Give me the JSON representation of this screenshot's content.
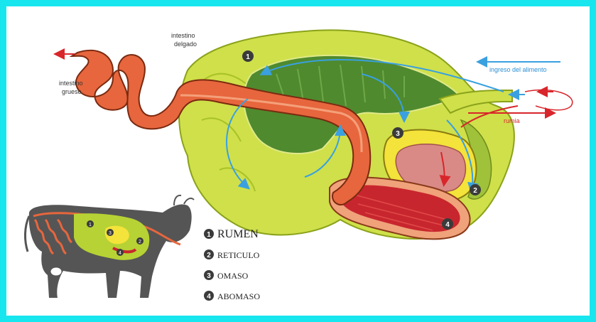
{
  "labels": {
    "intestino_delgado": [
      "intestino",
      "delgado"
    ],
    "intestino_grueso": [
      "intestino",
      "grueso"
    ],
    "ingreso": "ingreso del alimento",
    "rumia": "rumia"
  },
  "markers": {
    "rumen": "1",
    "reticulo": "2",
    "omaso": "3",
    "abomaso": "4"
  },
  "legend": [
    {
      "num": "1",
      "text": "RUMEN"
    },
    {
      "num": "2",
      "text": "RETICULO"
    },
    {
      "num": "3",
      "text": "OMASO"
    },
    {
      "num": "4",
      "text": "ABOMASO"
    }
  ],
  "colors": {
    "frame": "#18e6ef",
    "rumen_outer": "#cfe04a",
    "rumen_inner": "#4f8a2e",
    "intestine": "#e7663d",
    "abomaso": "#c8262e",
    "omaso_outer": "#f3e33a",
    "flow_blue": "#3aa0e0",
    "flow_red": "#d8262b",
    "cow": "#555555"
  }
}
